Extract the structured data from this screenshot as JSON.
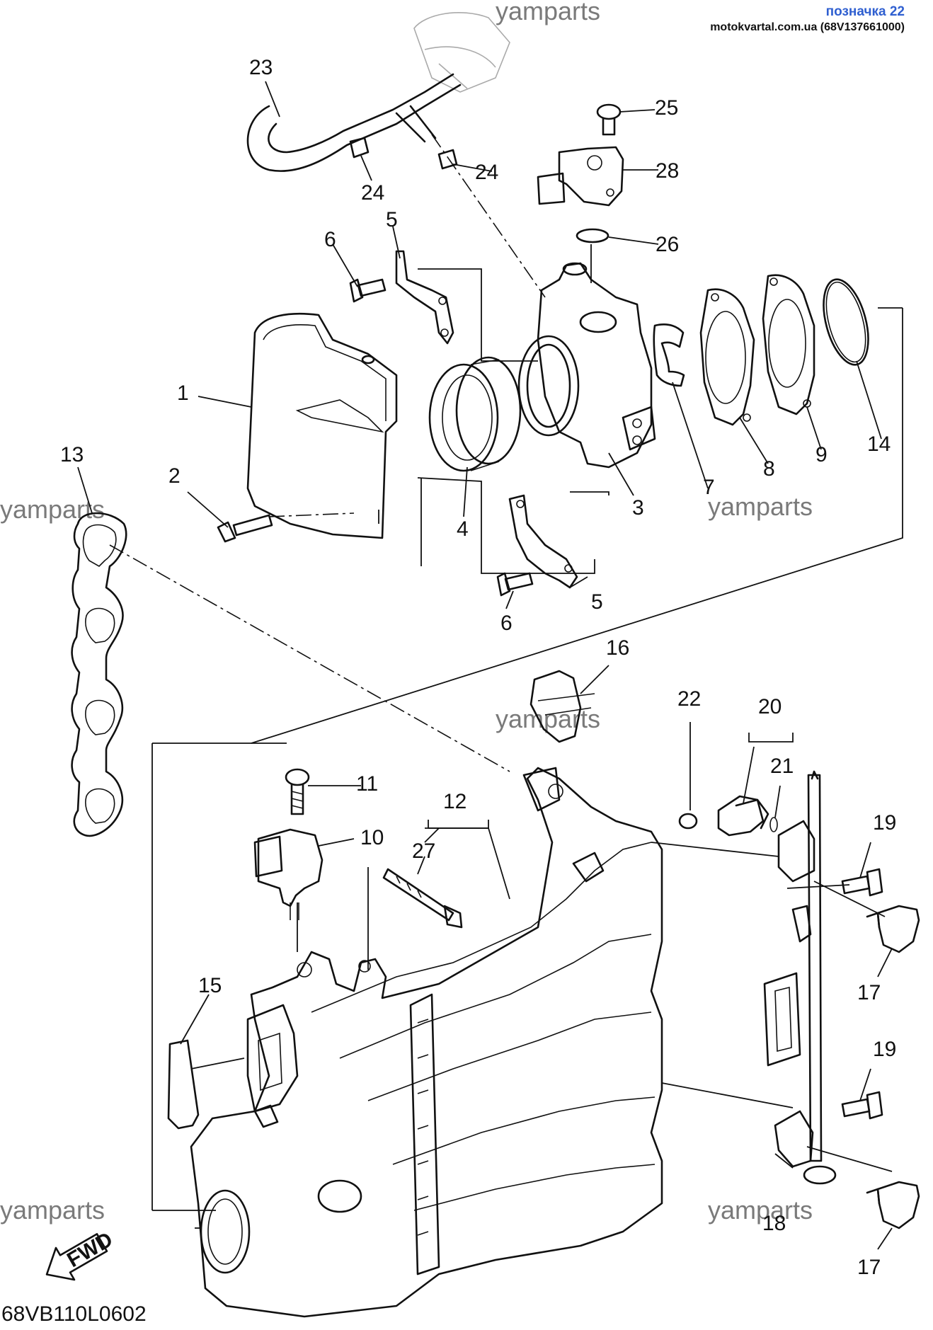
{
  "header": {
    "title": "позначка 22",
    "subtitle": "motokvartal.com.ua (68V137661000)"
  },
  "watermark": "yamparts",
  "diagram_code": "68VB110L0602",
  "fwd_label": "FWD",
  "callouts": {
    "c1": "1",
    "c2": "2",
    "c3": "3",
    "c4": "4",
    "c5a": "5",
    "c5b": "5",
    "c6a": "6",
    "c6b": "6",
    "c7": "7",
    "c8": "8",
    "c9": "9",
    "c10": "10",
    "c11": "11",
    "c12": "12",
    "c13": "13",
    "c14": "14",
    "c15": "15",
    "c16": "16",
    "c17a": "17",
    "c17b": "17",
    "c18": "18",
    "c19a": "19",
    "c19b": "19",
    "c20": "20",
    "c21": "21",
    "c22": "22",
    "c23": "23",
    "c24a": "24",
    "c24b": "24",
    "c25": "25",
    "c26": "26",
    "c27": "27",
    "c28": "28"
  }
}
